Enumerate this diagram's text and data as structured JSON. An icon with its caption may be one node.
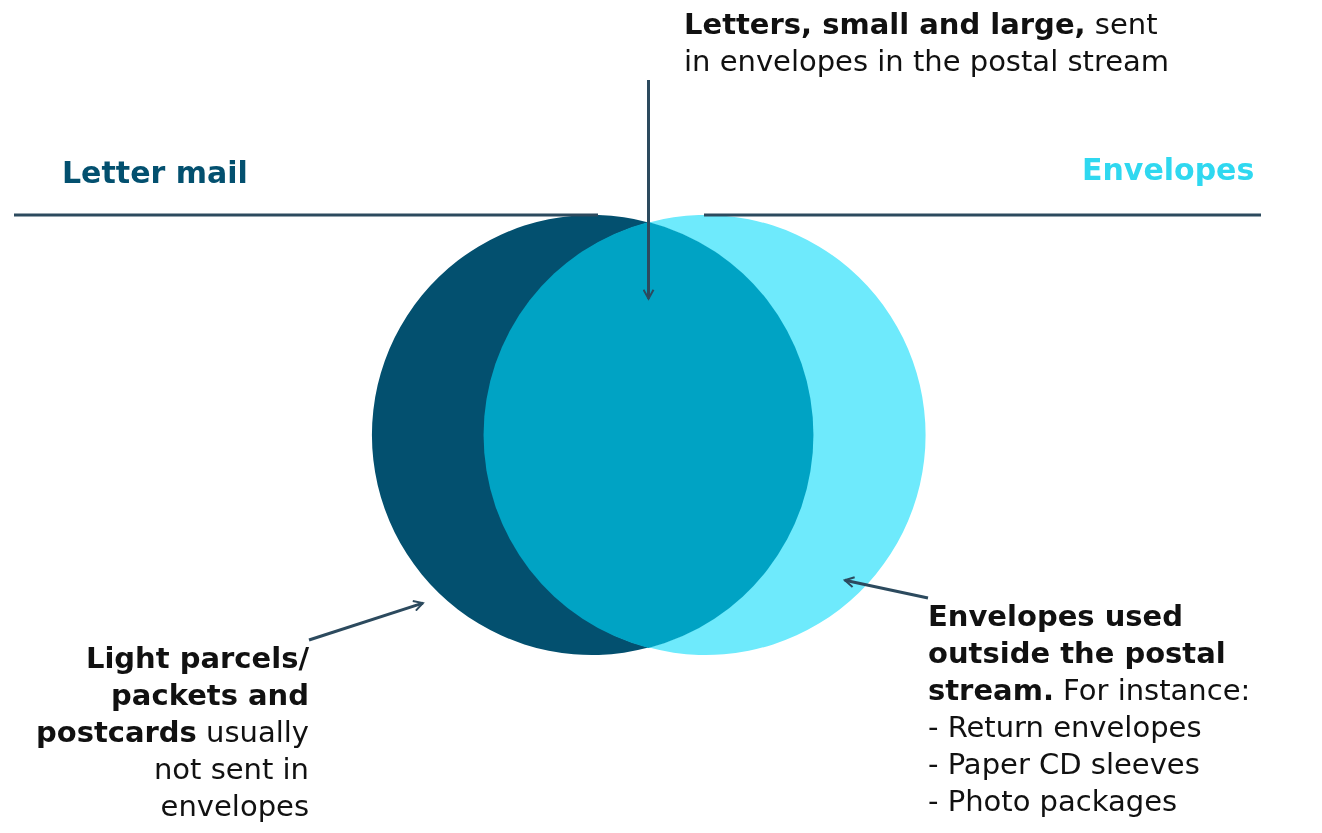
{
  "diagram": {
    "nodes": [
      {
        "text": [
          "**Letters, small and large,** sent in envelopes in the postal stream"
        ]
      },
      {
        "text": [],
        "shape": "crescent"
      },
      {
        "text": [],
        "shape": "crescent"
      },
      {
        "text": [],
        "shape": "lens"
      },
      {
        "text": [
          "**Light parcels/ packets and postcards** usually not sent in envelopes"
        ]
      },
      {
        "text": [
          "**Envelopes used outside the postal stream.** For instance:",
          "- Return envelopes",
          "- Paper CD sleeves",
          "- Photo packages"
        ]
      }
    ],
    "edges": [
      {
        "from": 0,
        "to": 3,
        "arrow": "to"
      },
      {
        "from": 4,
        "to": 1,
        "arrow": "to"
      },
      {
        "from": 5,
        "to": 2,
        "arrow": "to"
      }
    ],
    "labels": [
      "Letter mail",
      "Envelopes"
    ]
  }
}
